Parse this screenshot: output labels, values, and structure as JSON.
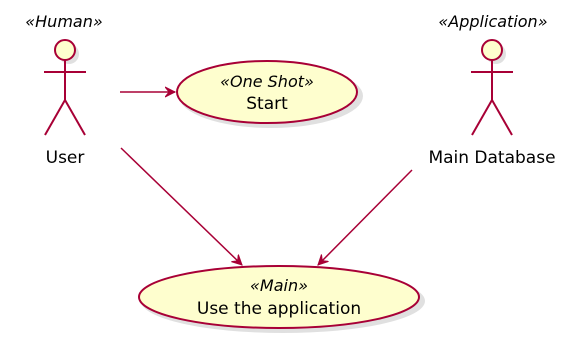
{
  "diagram": {
    "actors": {
      "user": {
        "stereotype": "«Human»",
        "name": "User"
      },
      "main_database": {
        "stereotype": "«Application»",
        "name": "Main Database"
      }
    },
    "usecases": {
      "start": {
        "stereotype": "«One Shot»",
        "name": "Start"
      },
      "use_app": {
        "stereotype": "«Main»",
        "name": "Use the application"
      }
    },
    "connections": [
      {
        "from": "User",
        "to": "Start"
      },
      {
        "from": "User",
        "to": "Use the application"
      },
      {
        "from": "Main Database",
        "to": "Use the application"
      }
    ],
    "colors": {
      "element_fill": "#FEFECE",
      "element_border": "#A80036",
      "text": "#000000"
    }
  }
}
